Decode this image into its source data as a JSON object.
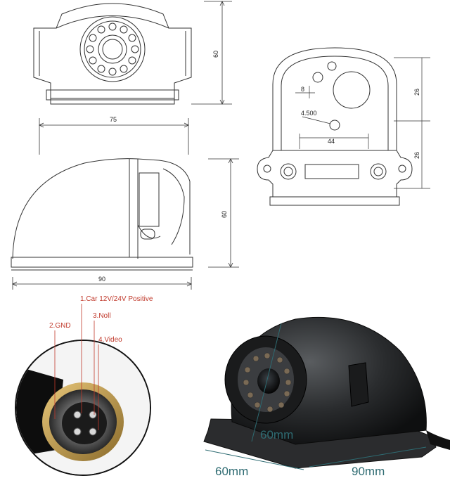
{
  "drawings": {
    "front_view": {
      "height_label": "60",
      "width_label": "75"
    },
    "rear_view": {
      "dims": [
        "8",
        "4.500",
        "44",
        "26",
        "26"
      ]
    },
    "side_view": {
      "height_label": "60",
      "width_label": "90"
    }
  },
  "connector": {
    "pins": [
      {
        "label": "1.Car 12V/24V Positive"
      },
      {
        "label": "2.GND"
      },
      {
        "label": "3.Noll"
      },
      {
        "label": "4.Video"
      }
    ],
    "label_color": "#c0392b"
  },
  "photo": {
    "measurements": [
      "60mm",
      "60mm",
      "90mm"
    ],
    "measure_color": "#2e6b72"
  }
}
